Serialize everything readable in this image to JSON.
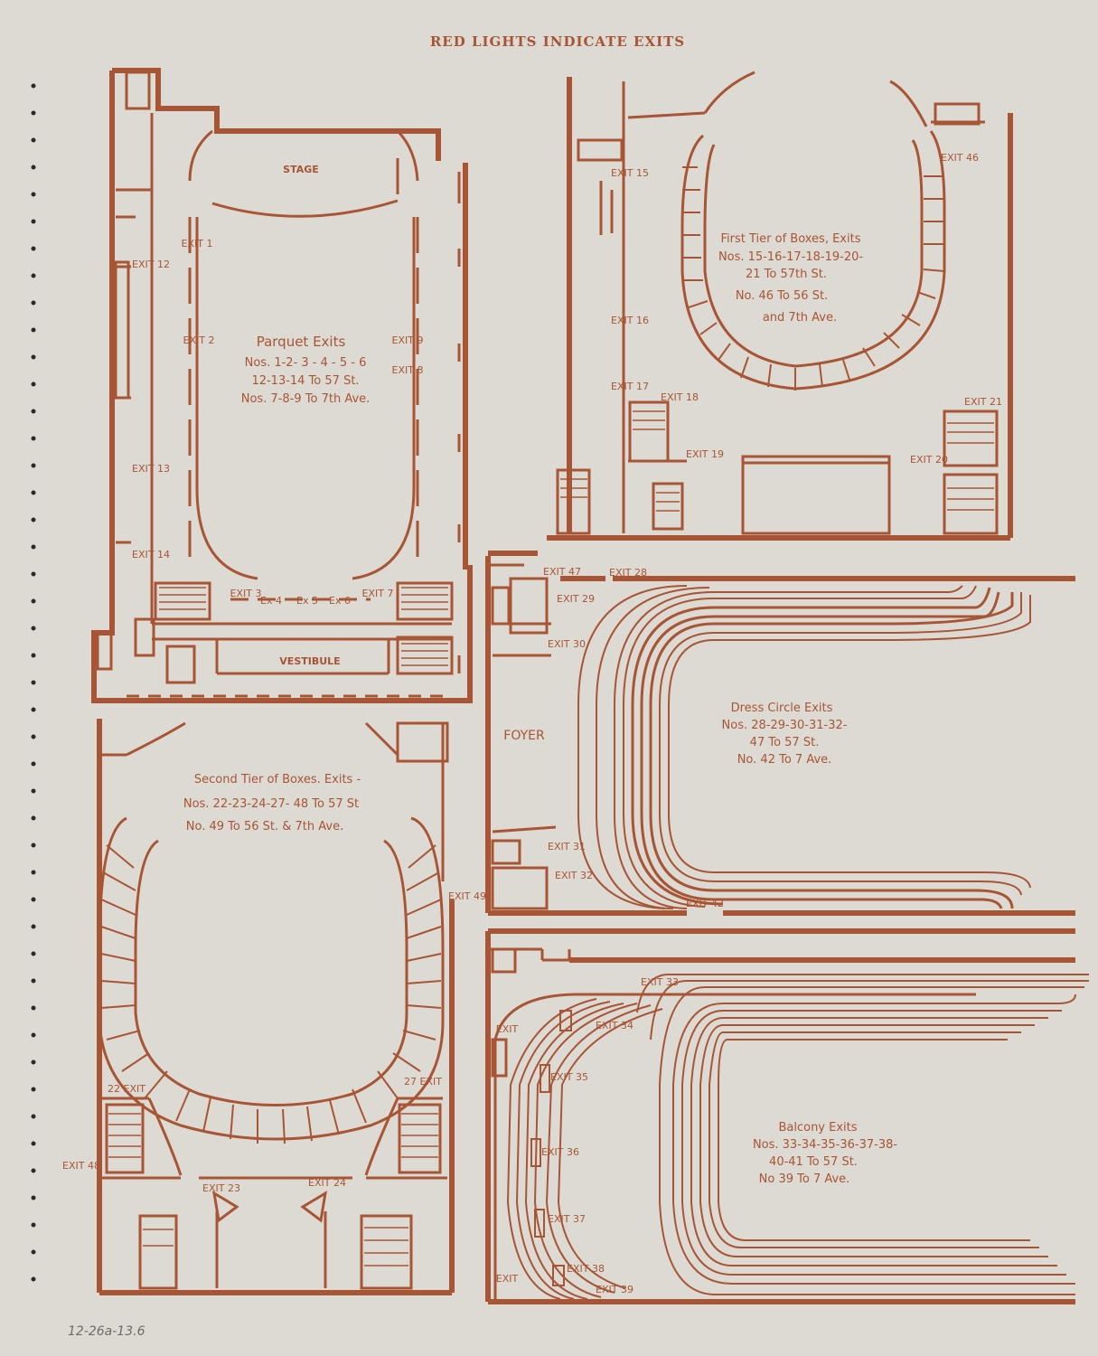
{
  "header": "RED LIGHTS INDICATE EXITS",
  "pencil_note": "12-26a-13.6",
  "colors": {
    "ink": "#a85535",
    "paper": "#dcdad3"
  },
  "parquet": {
    "stage": "STAGE",
    "vestibule": "VESTIBULE",
    "title": "Parquet Exits",
    "lines": [
      "Nos. 1-2- 3 - 4 - 5 - 6",
      "12-13-14 To 57 St.",
      "Nos. 7-8-9 To 7th Ave."
    ],
    "exits": {
      "e1": "EXIT 1",
      "e2": "EXIT 2",
      "e9": "EXIT 9",
      "e8": "EXIT 8",
      "e12": "EXIT 12",
      "e13": "EXIT 13",
      "e14": "EXIT 14",
      "e3": "EXIT 3",
      "e4": "Ex 4",
      "e5": "Ex 5",
      "e6": "Ex 6",
      "e7": "EXIT 7"
    }
  },
  "first_tier": {
    "title": "First Tier of Boxes, Exits",
    "lines": [
      "Nos. 15-16-17-18-19-20-",
      "21 To 57th St.",
      "No. 46 To 56 St.",
      "and 7th Ave."
    ],
    "exits": {
      "e15": "EXIT 15",
      "e16": "EXIT 16",
      "e17": "EXIT 17",
      "e18": "EXIT 18",
      "e19": "EXIT 19",
      "e46": "EXIT 46",
      "e21": "EXIT 21",
      "e20": "EXIT 20"
    }
  },
  "second_tier": {
    "title": "Second Tier of Boxes. Exits -",
    "lines": [
      "Nos. 22-23-24-27- 48 To 57 St",
      "No. 49 To 56 St. & 7th Ave."
    ],
    "exits": {
      "e49": "EXIT 49",
      "e22": "22 EXIT",
      "e27": "27 EXIT",
      "e48": "EXIT 48",
      "e23": "EXIT 23",
      "e24": "EXIT 24"
    }
  },
  "dress_circle": {
    "foyer": "FOYER",
    "title": "Dress Circle Exits",
    "lines": [
      "Nos. 28-29-30-31-32-",
      "47 To 57 St.",
      "No. 42 To 7 Ave."
    ],
    "exits": {
      "e47": "EXIT 47",
      "e28": "EXIT 28",
      "e29": "EXIT 29",
      "e30": "EXIT 30",
      "e31": "EXIT 31",
      "e32": "EXIT 32",
      "e42": "EXIT 42"
    }
  },
  "balcony": {
    "title": "Balcony Exits",
    "lines": [
      "Nos. 33-34-35-36-37-38-",
      "40-41 To 57 St.",
      "No 39 To 7 Ave."
    ],
    "exits": {
      "e33": "EXIT 33",
      "e34": "EXIT 34",
      "e35": "EXIT 35",
      "e36": "EXIT 36",
      "e37": "EXIT 37",
      "e38": "EXIT 38",
      "e39": "EXIT 39",
      "e40": "EXIT",
      "e41": "EXIT"
    }
  }
}
